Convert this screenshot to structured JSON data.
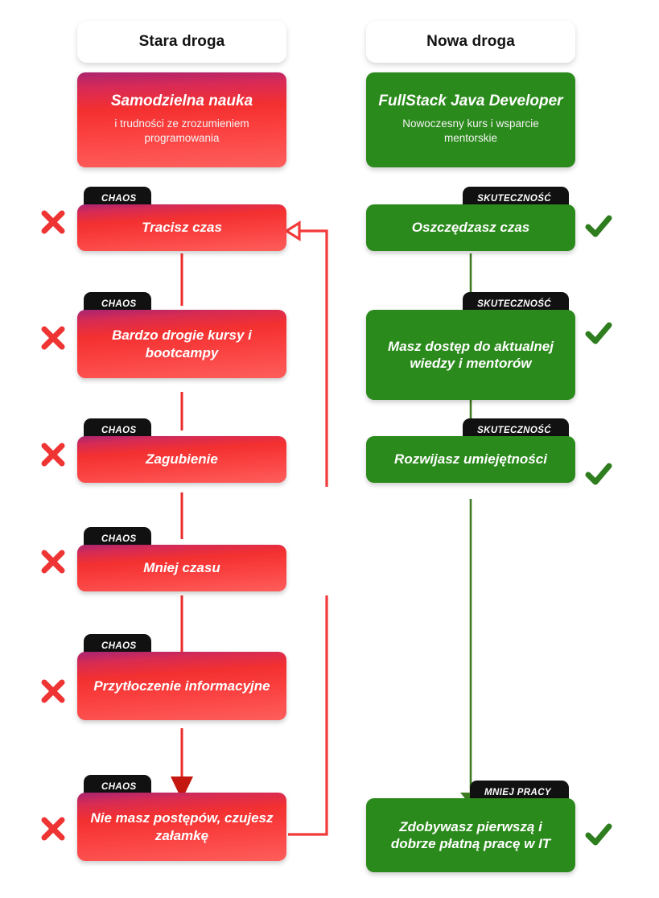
{
  "colors": {
    "red_top": "#a82472",
    "red_mid": "#f33030",
    "red_bottom": "#fd5e5b",
    "green": "#2b8a1c",
    "tab_black": "#111111",
    "cross_red": "#ef3434",
    "check_green": "#2e7d1e",
    "background": "#ffffff"
  },
  "columns": {
    "left": {
      "header": "Stara droga",
      "intro": {
        "title": "Samodzielna nauka",
        "subtitle": "i trudności ze zrozumieniem programowania"
      },
      "tab_label": "CHAOS",
      "mark_icon": "cross-icon",
      "steps": [
        {
          "tab": "CHAOS",
          "text": "Tracisz czas"
        },
        {
          "tab": "CHAOS",
          "text": "Bardzo drogie kursy i bootcampy"
        },
        {
          "tab": "CHAOS",
          "text": "Zagubienie"
        },
        {
          "tab": "CHAOS",
          "text": "Mniej czasu"
        },
        {
          "tab": "CHAOS",
          "text": "Przytłoczenie informacyjne"
        },
        {
          "tab": "CHAOS",
          "text": "Nie masz postępów, czujesz załamkę"
        }
      ]
    },
    "right": {
      "header": "Nowa droga",
      "intro": {
        "title": "FullStack Java Developer",
        "subtitle": "Nowoczesny kurs i wsparcie mentorskie"
      },
      "mark_icon": "check-icon",
      "steps": [
        {
          "tab": "SKUTECZNOŚĆ",
          "text": "Oszczędzasz czas"
        },
        {
          "tab": "SKUTECZNOŚĆ",
          "text": "Masz dostęp do aktualnej wiedzy i mentorów"
        },
        {
          "tab": "SKUTECZNOŚĆ",
          "text": "Rozwijasz umiejętności"
        },
        {
          "tab": "MNIEJ PRACY",
          "text": "Zdobywasz pierwszą i dobrze płatną pracę w IT"
        }
      ]
    }
  }
}
